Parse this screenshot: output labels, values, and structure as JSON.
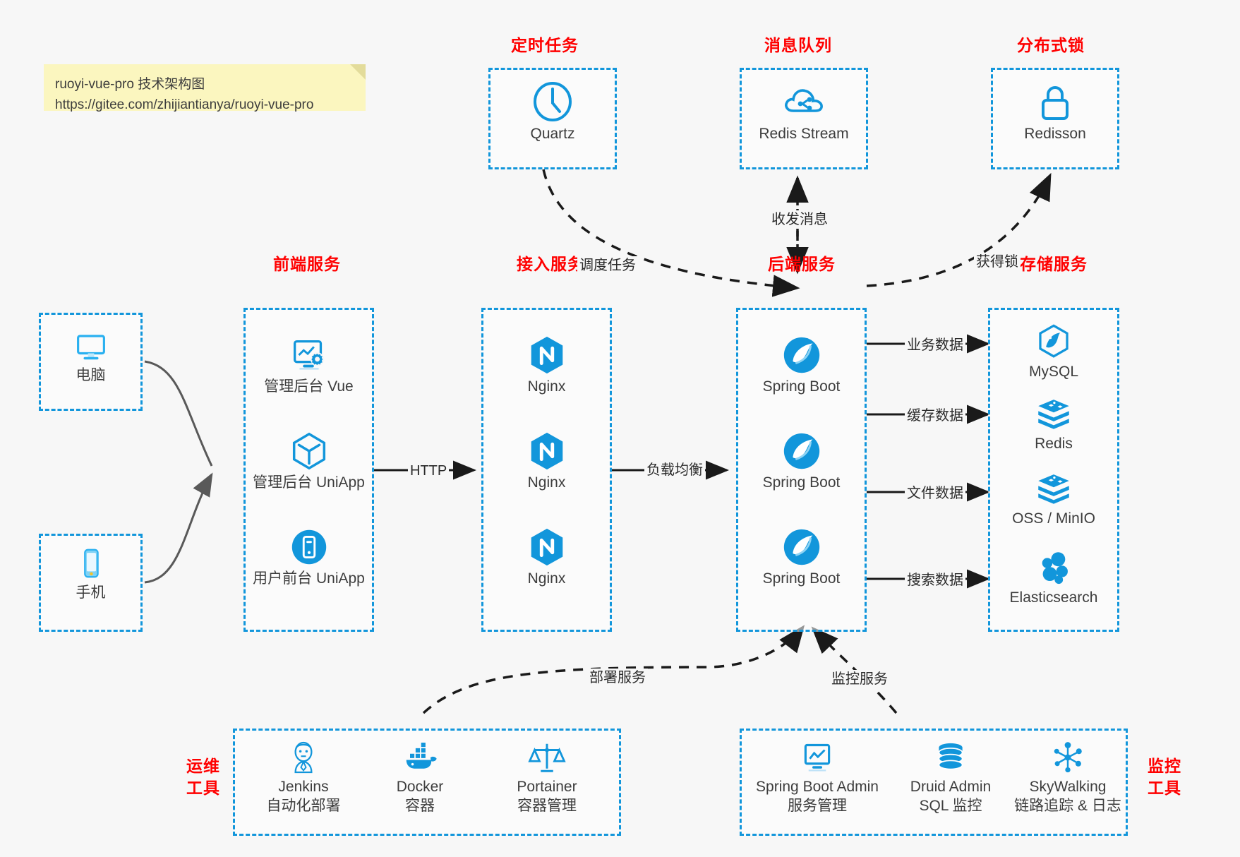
{
  "note": {
    "line1": "ruoyi-vue-pro 技术架构图",
    "line2": "https://gitee.com/zhijiantianya/ruoyi-vue-pro"
  },
  "groups": {
    "scheduler": "定时任务",
    "mq": "消息队列",
    "lock": "分布式锁",
    "frontend": "前端服务",
    "gateway": "接入服务",
    "backend": "后端服务",
    "storage": "存储服务",
    "devops": "运维\n工具",
    "devops_l1": "运维",
    "devops_l2": "工具",
    "monitor_l1": "监控",
    "monitor_l2": "工具"
  },
  "clients": [
    {
      "label": "电脑",
      "icon": "desktop-computer-icon"
    },
    {
      "label": "手机",
      "icon": "mobile-phone-icon"
    }
  ],
  "frontend_nodes": [
    {
      "label": "管理后台 Vue",
      "icon": "admin-dashboard-icon"
    },
    {
      "label": "管理后台 UniApp",
      "icon": "uniapp-cube-icon"
    },
    {
      "label": "用户前台 UniApp",
      "icon": "mobile-app-icon"
    }
  ],
  "gateway_nodes": [
    {
      "label": "Nginx",
      "icon": "nginx-icon"
    },
    {
      "label": "Nginx",
      "icon": "nginx-icon"
    },
    {
      "label": "Nginx",
      "icon": "nginx-icon"
    }
  ],
  "backend_nodes": [
    {
      "label": "Spring Boot",
      "icon": "spring-boot-icon"
    },
    {
      "label": "Spring Boot",
      "icon": "spring-boot-icon"
    },
    {
      "label": "Spring Boot",
      "icon": "spring-boot-icon"
    }
  ],
  "storage_nodes": [
    {
      "label": "MySQL",
      "icon": "mysql-icon"
    },
    {
      "label": "Redis",
      "icon": "redis-icon"
    },
    {
      "label": "OSS / MinIO",
      "icon": "oss-minio-icon"
    },
    {
      "label": "Elasticsearch",
      "icon": "elasticsearch-icon"
    }
  ],
  "top_nodes": {
    "quartz": {
      "label": "Quartz",
      "icon": "clock-icon"
    },
    "redis_stream": {
      "label": "Redis Stream",
      "icon": "cloud-stream-icon"
    },
    "redisson": {
      "label": "Redisson",
      "icon": "lock-icon"
    }
  },
  "devops_nodes": [
    {
      "label": "Jenkins",
      "sub": "自动化部署",
      "icon": "jenkins-icon"
    },
    {
      "label": "Docker",
      "sub": "容器",
      "icon": "docker-icon"
    },
    {
      "label": "Portainer",
      "sub": "容器管理",
      "icon": "scales-icon"
    }
  ],
  "monitor_nodes": [
    {
      "label": "Spring Boot Admin",
      "sub": "服务管理",
      "icon": "monitor-chart-icon"
    },
    {
      "label": "Druid Admin",
      "sub": "SQL 监控",
      "icon": "database-icon"
    },
    {
      "label": "SkyWalking",
      "sub": "链路追踪 & 日志",
      "icon": "skywalking-icon"
    }
  ],
  "edges": {
    "http": "HTTP",
    "load_balance": "负载均衡",
    "schedule_task": "调度任务",
    "send_receive_msg": "收发消息",
    "acquire_lock": "获得锁",
    "biz_data": "业务数据",
    "cache_data": "缓存数据",
    "file_data": "文件数据",
    "search_data": "搜索数据",
    "deploy_service": "部署服务",
    "monitor_service": "监控服务"
  },
  "colors": {
    "accent_blue": "#1296db",
    "title_red": "#ff0000",
    "note_yellow": "#fbf6bf",
    "background": "#f7f7f7",
    "arrow_dark": "#1a1a1a",
    "client_arrow_gray": "#595959"
  }
}
